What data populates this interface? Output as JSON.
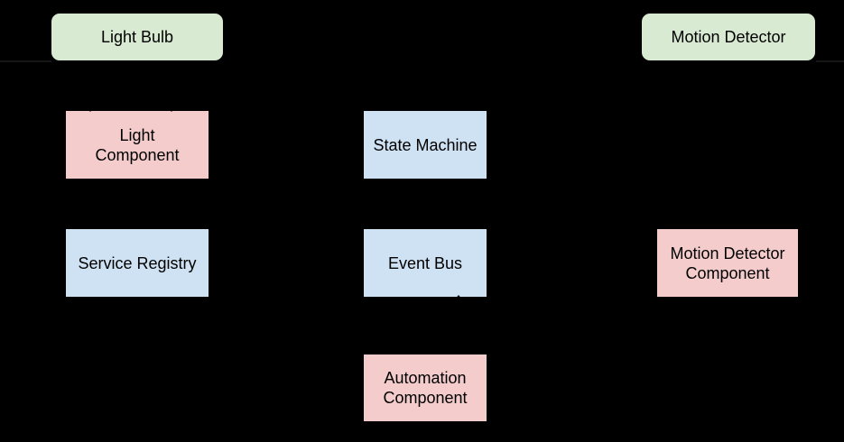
{
  "colors": {
    "bg": "#000000",
    "stroke": "#000000",
    "text": "#000000",
    "line": "#161616",
    "node_green": "#d9ead3",
    "node_blue": "#cfe2f3",
    "node_pink": "#f4cccc"
  },
  "diagram": {
    "nodes": {
      "light_bulb": {
        "label": "Light Bulb",
        "kind": "device",
        "fill": "#d9ead3"
      },
      "motion_detector": {
        "label": "Motion Detector",
        "kind": "device",
        "fill": "#d9ead3"
      },
      "light_component": {
        "label": "Light\nComponent",
        "kind": "component",
        "fill": "#f4cccc"
      },
      "state_machine": {
        "label": "State Machine",
        "kind": "service",
        "fill": "#cfe2f3"
      },
      "service_registry": {
        "label": "Service Registry",
        "kind": "service",
        "fill": "#cfe2f3"
      },
      "event_bus": {
        "label": "Event Bus",
        "kind": "service",
        "fill": "#cfe2f3"
      },
      "motion_detector_component": {
        "label": "Motion Detector\nComponent",
        "kind": "component",
        "fill": "#f4cccc"
      },
      "automation_component": {
        "label": "Automation\nComponent",
        "kind": "component",
        "fill": "#f4cccc"
      }
    }
  }
}
